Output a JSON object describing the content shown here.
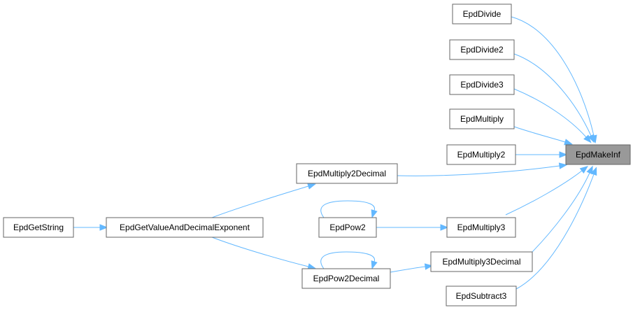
{
  "graph": {
    "root": "EpdMakeInf",
    "nodes": [
      {
        "id": "EpdMakeInf",
        "label": "EpdMakeInf",
        "root": true
      },
      {
        "id": "EpdDivide",
        "label": "EpdDivide"
      },
      {
        "id": "EpdDivide2",
        "label": "EpdDivide2"
      },
      {
        "id": "EpdDivide3",
        "label": "EpdDivide3"
      },
      {
        "id": "EpdMultiply",
        "label": "EpdMultiply"
      },
      {
        "id": "EpdMultiply2",
        "label": "EpdMultiply2"
      },
      {
        "id": "EpdMultiply2Decimal",
        "label": "EpdMultiply2Decimal"
      },
      {
        "id": "EpdMultiply3",
        "label": "EpdMultiply3"
      },
      {
        "id": "EpdMultiply3Decimal",
        "label": "EpdMultiply3Decimal"
      },
      {
        "id": "EpdSubtract3",
        "label": "EpdSubtract3"
      },
      {
        "id": "EpdPow2",
        "label": "EpdPow2"
      },
      {
        "id": "EpdPow2Decimal",
        "label": "EpdPow2Decimal"
      },
      {
        "id": "EpdGetValueAndDecimalExponent",
        "label": "EpdGetValueAndDecimalExponent"
      },
      {
        "id": "EpdGetString",
        "label": "EpdGetString"
      }
    ],
    "edges": [
      {
        "from": "EpdDivide",
        "to": "EpdMakeInf"
      },
      {
        "from": "EpdDivide2",
        "to": "EpdMakeInf"
      },
      {
        "from": "EpdDivide3",
        "to": "EpdMakeInf"
      },
      {
        "from": "EpdMultiply",
        "to": "EpdMakeInf"
      },
      {
        "from": "EpdMultiply2",
        "to": "EpdMakeInf"
      },
      {
        "from": "EpdMultiply2Decimal",
        "to": "EpdMakeInf"
      },
      {
        "from": "EpdMultiply3",
        "to": "EpdMakeInf"
      },
      {
        "from": "EpdMultiply3Decimal",
        "to": "EpdMakeInf"
      },
      {
        "from": "EpdSubtract3",
        "to": "EpdMakeInf"
      },
      {
        "from": "EpdGetValueAndDecimalExponent",
        "to": "EpdMultiply2Decimal"
      },
      {
        "from": "EpdPow2",
        "to": "EpdMultiply3"
      },
      {
        "from": "EpdPow2",
        "to": "EpdPow2"
      },
      {
        "from": "EpdPow2Decimal",
        "to": "EpdMultiply3Decimal"
      },
      {
        "from": "EpdPow2Decimal",
        "to": "EpdPow2Decimal"
      },
      {
        "from": "EpdGetValueAndDecimalExponent",
        "to": "EpdPow2Decimal"
      },
      {
        "from": "EpdGetString",
        "to": "EpdGetValueAndDecimalExponent"
      }
    ],
    "colors": {
      "edge": "#63b8ff",
      "node_border": "#666666",
      "root_fill": "#999999",
      "node_fill": "#ffffff"
    }
  }
}
